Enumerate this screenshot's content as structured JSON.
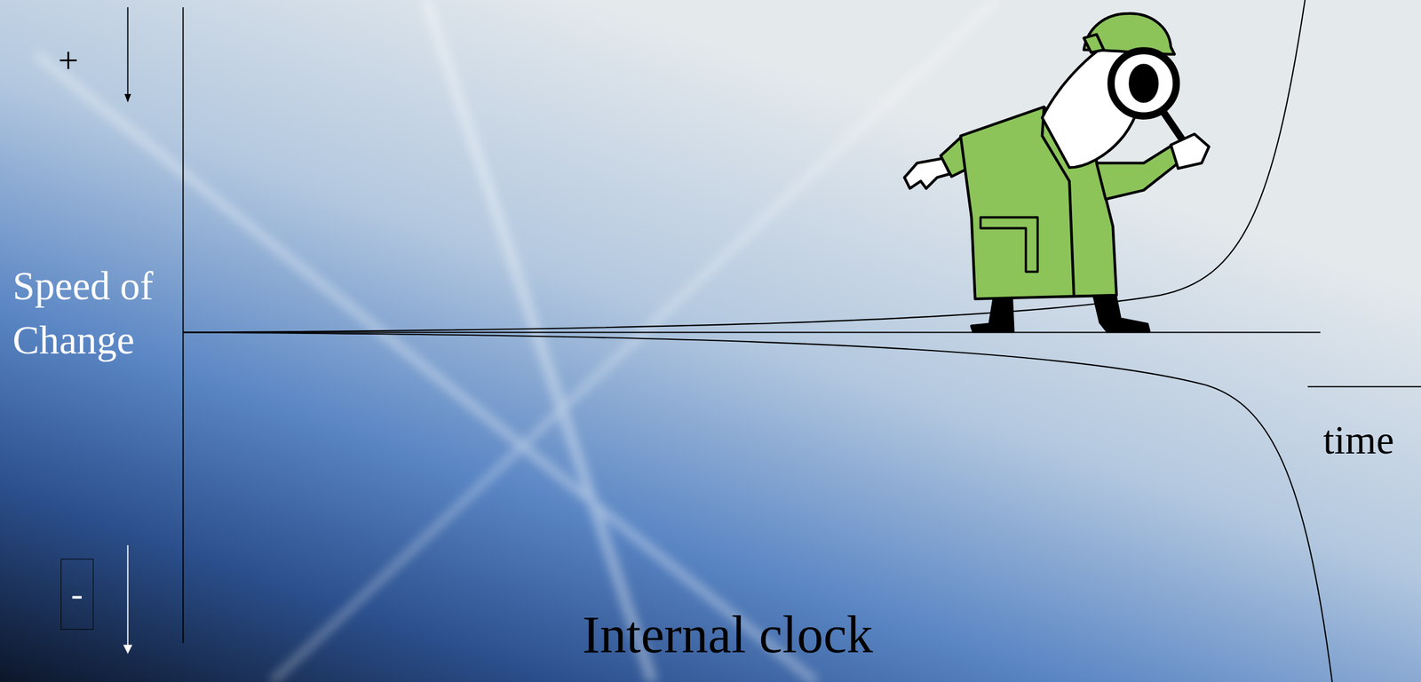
{
  "diagram": {
    "nodes": [
      {
        "text": [
          "-"
        ]
      }
    ],
    "labels": [
      "+",
      "Speed of Change",
      "time",
      "Internal clock"
    ]
  }
}
